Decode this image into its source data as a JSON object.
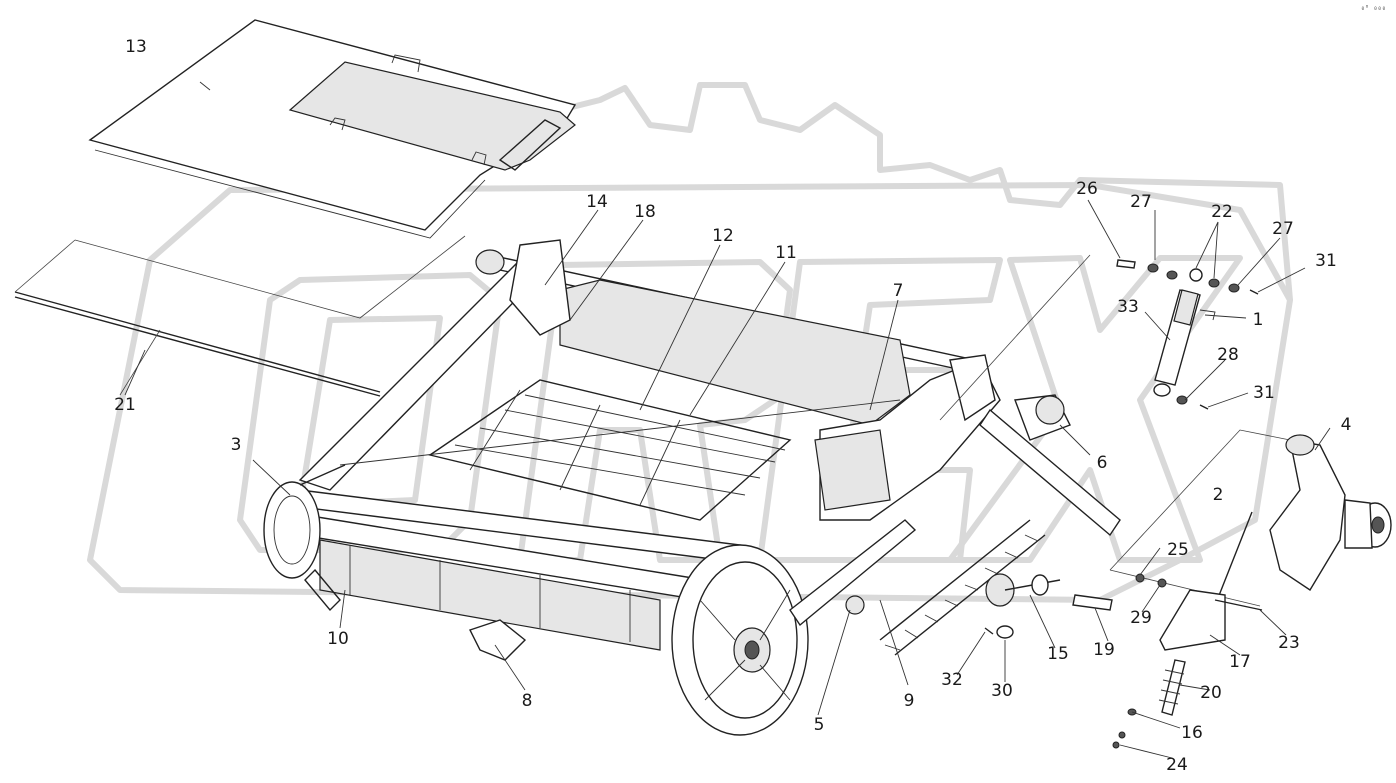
{
  "corner_mark": "₀⁰ ₀₀₀",
  "colors": {
    "line": "#222222",
    "watermark": "#d9d9d9",
    "background": "#ffffff"
  },
  "callouts": [
    {
      "id": "c1",
      "label": "1"
    },
    {
      "id": "c2",
      "label": "2"
    },
    {
      "id": "c3",
      "label": "3"
    },
    {
      "id": "c4",
      "label": "4"
    },
    {
      "id": "c5",
      "label": "5"
    },
    {
      "id": "c6",
      "label": "6"
    },
    {
      "id": "c7",
      "label": "7"
    },
    {
      "id": "c8",
      "label": "8"
    },
    {
      "id": "c9",
      "label": "9"
    },
    {
      "id": "c10",
      "label": "10"
    },
    {
      "id": "c11",
      "label": "11"
    },
    {
      "id": "c12",
      "label": "12"
    },
    {
      "id": "c13",
      "label": "13"
    },
    {
      "id": "c14",
      "label": "14"
    },
    {
      "id": "c15",
      "label": "15"
    },
    {
      "id": "c16",
      "label": "16"
    },
    {
      "id": "c17",
      "label": "17"
    },
    {
      "id": "c18",
      "label": "18"
    },
    {
      "id": "c19",
      "label": "19"
    },
    {
      "id": "c20",
      "label": "20"
    },
    {
      "id": "c21",
      "label": "21"
    },
    {
      "id": "c22",
      "label": "22"
    },
    {
      "id": "c23",
      "label": "23"
    },
    {
      "id": "c24",
      "label": "24"
    },
    {
      "id": "c25",
      "label": "25"
    },
    {
      "id": "c26",
      "label": "26"
    },
    {
      "id": "c27a",
      "label": "27"
    },
    {
      "id": "c27b",
      "label": "27"
    },
    {
      "id": "c28",
      "label": "28"
    },
    {
      "id": "c29",
      "label": "29"
    },
    {
      "id": "c30",
      "label": "30"
    },
    {
      "id": "c31a",
      "label": "31"
    },
    {
      "id": "c31b",
      "label": "31"
    },
    {
      "id": "c32",
      "label": "32"
    },
    {
      "id": "c33",
      "label": "33"
    }
  ]
}
